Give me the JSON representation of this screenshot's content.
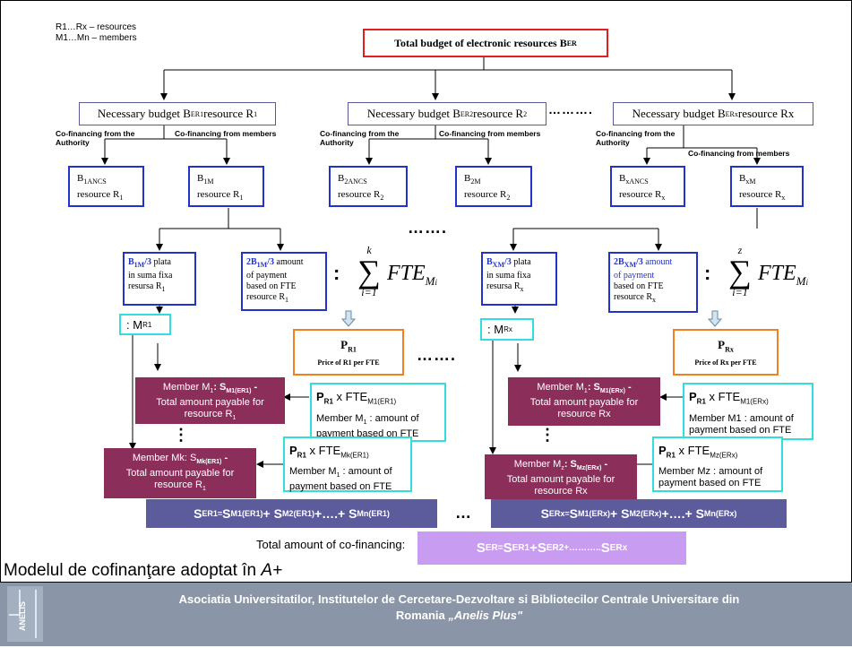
{
  "legend": {
    "line1": "R1…Rx – resources",
    "line2": "M1…Mn – members"
  },
  "top_box": {
    "text": "Total budget of electronic resources B",
    "sub": "ER"
  },
  "resources": [
    {
      "pre": "Necessary budget B",
      "sub": "ER1",
      "post": " resource R",
      "post_sub": "1"
    },
    {
      "pre": "Necessary budget B",
      "sub": "ER2",
      "post": " resource R",
      "post_sub": "2"
    },
    {
      "pre": "Necessary budget B",
      "sub": "ERx",
      "post": " resource Rx",
      "post_sub": ""
    }
  ],
  "resource_dots": "……….",
  "cofin_authority": "Co-financing from the Authority",
  "cofin_members": "Co-financing from  members",
  "sub_boxes": [
    {
      "b": "B",
      "bsub": "1ANCS",
      "r": "resource R",
      "rsub": "1"
    },
    {
      "b": "B",
      "bsub": "1M",
      "r": "resource R",
      "rsub": "1"
    },
    {
      "b": "B",
      "bsub": "2ANCS",
      "r": "resource R",
      "rsub": "2"
    },
    {
      "b": "B",
      "bsub": "2M",
      "r": "resource R",
      "rsub": "2"
    },
    {
      "b": "B",
      "bsub": "xANCS",
      "r": "resource R",
      "rsub": "x"
    },
    {
      "b": "B",
      "bsub": "xM",
      "r": "resource R",
      "rsub": "x"
    }
  ],
  "mid_dots": "…….",
  "left_group": {
    "fixed": {
      "head": "B",
      "headsub": "1M",
      "headtail": "/3",
      "l1": " plata",
      "l2": "in suma fixa",
      "l3": "resursa R",
      "l3sub": "1"
    },
    "fte": {
      "head": "2B",
      "headsub": "1M",
      "headtail": "/3",
      "l1": " amount",
      "l2": "of payment",
      "l3": "based on FTE",
      "l4": "resource R",
      "l4sub": "1"
    },
    "sum_upper": "k",
    "sum_lower": "i=1",
    "m_label": ": M",
    "m_sub": "R1",
    "price": {
      "p": "P",
      "psub": "R1",
      "text": "Price of R1 per FTE"
    },
    "member1": {
      "a": "Member M",
      "asub": "1",
      "b": ": S",
      "bsub": "M1(ER1)",
      "c": " -",
      "l2": "Total amount payable for",
      "l3": "resource R",
      "l3sub": "1"
    },
    "memberk": {
      "a": "Member Mk: S",
      "asub": "Mk(ER1)",
      "c": " -",
      "l2": "Total amount payable for",
      "l3": "resource R",
      "l3sub": "1"
    },
    "fte1": {
      "p": "P",
      "psub": "R1",
      "x": " x FTE",
      "xsub": "M1(ER1)",
      "l2a": "Member M",
      "l2sub": "1",
      "l2b": " : amount of",
      "l3": "payment based on FTE"
    },
    "fte2": {
      "p": "P",
      "psub": "R1",
      "x": " x FTE",
      "xsub": "Mk(ER1)",
      "l2a": "Member M",
      "l2sub": "1",
      "l2b": " : amount of",
      "l3": "payment based on FTE"
    },
    "sum": {
      "s": "S",
      "ssub": "ER1=",
      "t1": "S",
      "t1sub": "M1(ER1)",
      "t2": "+ S",
      "t2sub": "M2(ER1)",
      "t3": "+….+ S",
      "t3sub": "Mn(ER1)"
    }
  },
  "right_group": {
    "fixed": {
      "head": "B",
      "headsub": "XM",
      "headtail": "/3",
      "l1": " plata",
      "l2": "in suma fixa",
      "l3": "resursa R",
      "l3sub": "x"
    },
    "fte": {
      "head": "2B",
      "headsub": "XM",
      "headtail": "/3",
      "l1": " amount",
      "l2": "of payment",
      "l3": "based on FTE",
      "l4": "resource R",
      "l4sub": "x"
    },
    "sum_upper": "z",
    "sum_lower": "i=1",
    "m_label": ": M",
    "m_sub": "Rx",
    "price": {
      "p": "P",
      "psub": "Rx",
      "text": "Price of Rx per FTE"
    },
    "member1": {
      "a": "Member M",
      "asub": "1",
      "b": ": S",
      "bsub": "M1(ERx)",
      "c": " -",
      "l2": "Total amount payable for",
      "l3": "resource Rx",
      "l3sub": ""
    },
    "memberk": {
      "a": "Member M",
      "asub": "z",
      "b": ": S",
      "bsub": "Mz(ERx)",
      "c": " -",
      "l2": "Total amount payable for",
      "l3": "resource Rx",
      "l3sub": ""
    },
    "fte1": {
      "p": "P",
      "psub": "R1",
      "x": " x FTE",
      "xsub": "M1(ERx)",
      "l2a": "Member M1",
      "l2sub": "",
      "l2b": " : amount of",
      "l3": "payment based on FTE"
    },
    "fte2": {
      "p": "P",
      "psub": "R1",
      "x": " x FTE",
      "xsub": "Mz(ERx)",
      "l2a": "Member Mz",
      "l2sub": "",
      "l2b": " : amount of",
      "l3": "payment based on FTE"
    },
    "sum": {
      "s": "S",
      "ssub": "ERx=",
      "t1": "S",
      "t1sub": "M1(ERx)",
      "t2": "+ S",
      "t2sub": "M2(ERx)",
      "t3": "+….+ S",
      "t3sub": "Mn(ERx)"
    }
  },
  "fte_expr": {
    "text": "FTE",
    "sub": "M",
    "subsub": "i"
  },
  "colon": ":",
  "lower_dots": "…….",
  "bar_dots": "…",
  "vert_dots": "⋮",
  "total": {
    "label": "Total amount of co-financing:",
    "s": "S",
    "ssub": "ER=",
    "a": " S",
    "asub": "ER1",
    "b": "+S",
    "bsub": "ER2+………..",
    "c": "S",
    "csub": "ERx"
  },
  "model_title": {
    "pre": "Modelul de cofinanţare adoptat în ",
    "italic": "A+"
  },
  "footer": {
    "line1": "Asociatia Universitatilor, Institutelor de Cercetare-Dezvoltare si Bibliotecilor Centrale Universitare din",
    "line2_pre": "Romania ",
    "line2_italic": "„Anelis Plus\"",
    "logo_text": "ANELIS"
  },
  "colors": {
    "red_border": "#e02020",
    "blue_border": "#2233cc",
    "cyan_border": "#33dddd",
    "orange_border": "#f08020",
    "member_fill": "#8b2e5a",
    "sum_bar": "#5c5c9c",
    "total_bar": "#c89cf0",
    "footer": "#8a96a8"
  }
}
